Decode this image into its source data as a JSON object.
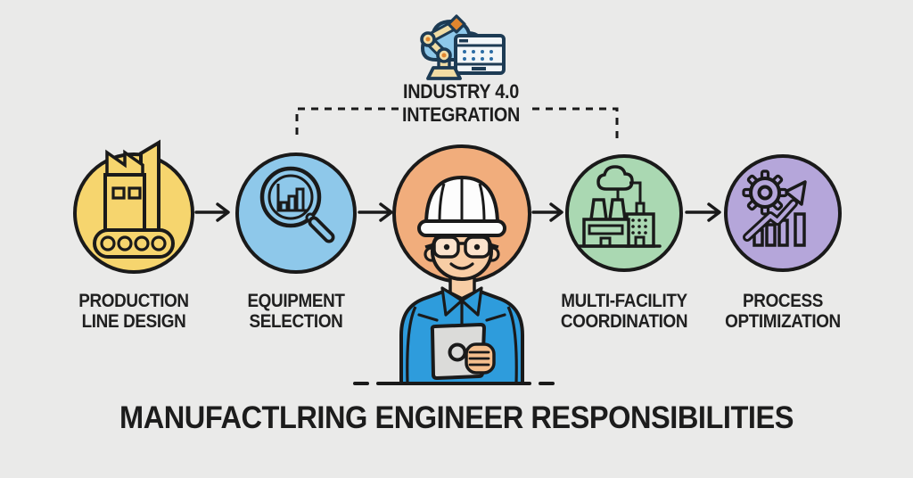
{
  "title": "MANUFACTLRING ENGINEER RESPONSIBILITIES",
  "top_node": {
    "icon": "cloud-robot-hmi-icon",
    "label_line1": "INDUSTRY 4.0",
    "label_line2": "INTEGRATION"
  },
  "center": {
    "icon": "engineer-with-hardhat-tablet",
    "circle_color": "#f1ad7c"
  },
  "steps": [
    {
      "label_line1": "PRODUCTION",
      "label_line2": "LINE DESIGN",
      "icon": "factory-conveyor-icon",
      "circle_color": "#f6d56e"
    },
    {
      "label_line1": "EQUIPMENT",
      "label_line2": "SELECTION",
      "icon": "magnifier-bar-chart-icon",
      "circle_color": "#8ec8ea"
    },
    {
      "label_line1": "MULTI-FACILITY",
      "label_line2": "COORDINATION",
      "icon": "connected-factories-icon",
      "circle_color": "#aad8b2"
    },
    {
      "label_line1": "PROCESS",
      "label_line2": "OPTIMIZATION",
      "icon": "gear-growth-arrow-icon",
      "circle_color": "#b5a6da"
    }
  ],
  "colors": {
    "background": "#ebebea",
    "outline": "#1a1a1a",
    "text": "#202020",
    "shirt_blue": "#2e9cdc",
    "skin": "#f8cda5",
    "hand_skin": "#f5bf8d",
    "hardhat_white": "#fdfdfd",
    "tablet_gray": "#dbdbd9",
    "top_icon_navy": "#1d3b54",
    "top_icon_cloud": "#8ec8ea",
    "top_icon_arm_tan": "#f0dca4",
    "top_icon_accent_orange": "#e2862e"
  }
}
